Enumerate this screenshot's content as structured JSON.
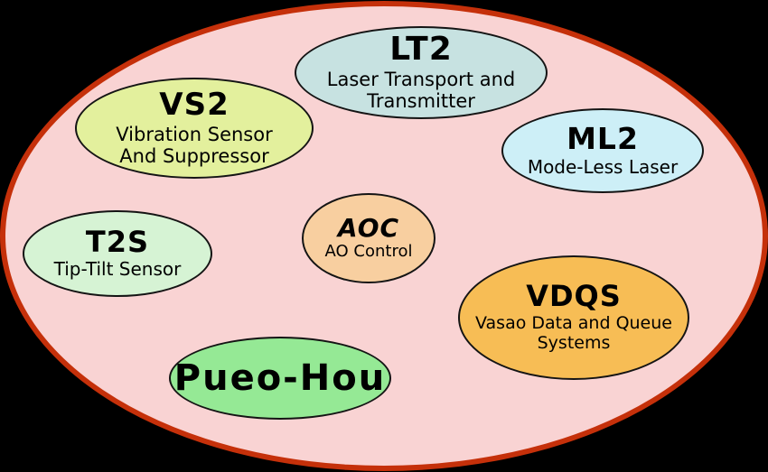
{
  "diagram": {
    "background_color": "#000000",
    "outer": {
      "label": "system-boundary",
      "fill": "#f9d3d3",
      "border": "#c5300a"
    },
    "nodes": [
      {
        "id": "lt2",
        "title": "LT2",
        "subtitle": "Laser Transport and\nTransmitter",
        "fill": "#c7e2e1"
      },
      {
        "id": "vs2",
        "title": "VS2",
        "subtitle": "Vibration Sensor\nAnd Suppressor",
        "fill": "#e3f09d"
      },
      {
        "id": "ml2",
        "title": "ML2",
        "subtitle": "Mode-Less Laser",
        "fill": "#cdeff7"
      },
      {
        "id": "aoc",
        "title": "AOC",
        "subtitle": "AO Control",
        "fill": "#f8cfa0"
      },
      {
        "id": "t2s",
        "title": "T2S",
        "subtitle": "Tip-Tilt Sensor",
        "fill": "#d6f3d4"
      },
      {
        "id": "vdqs",
        "title": "VDQS",
        "subtitle": "Vasao Data and Queue\nSystems",
        "fill": "#f7bd55"
      },
      {
        "id": "pueo",
        "title": "Pueo-Hou",
        "subtitle": "",
        "fill": "#95e995"
      }
    ]
  }
}
